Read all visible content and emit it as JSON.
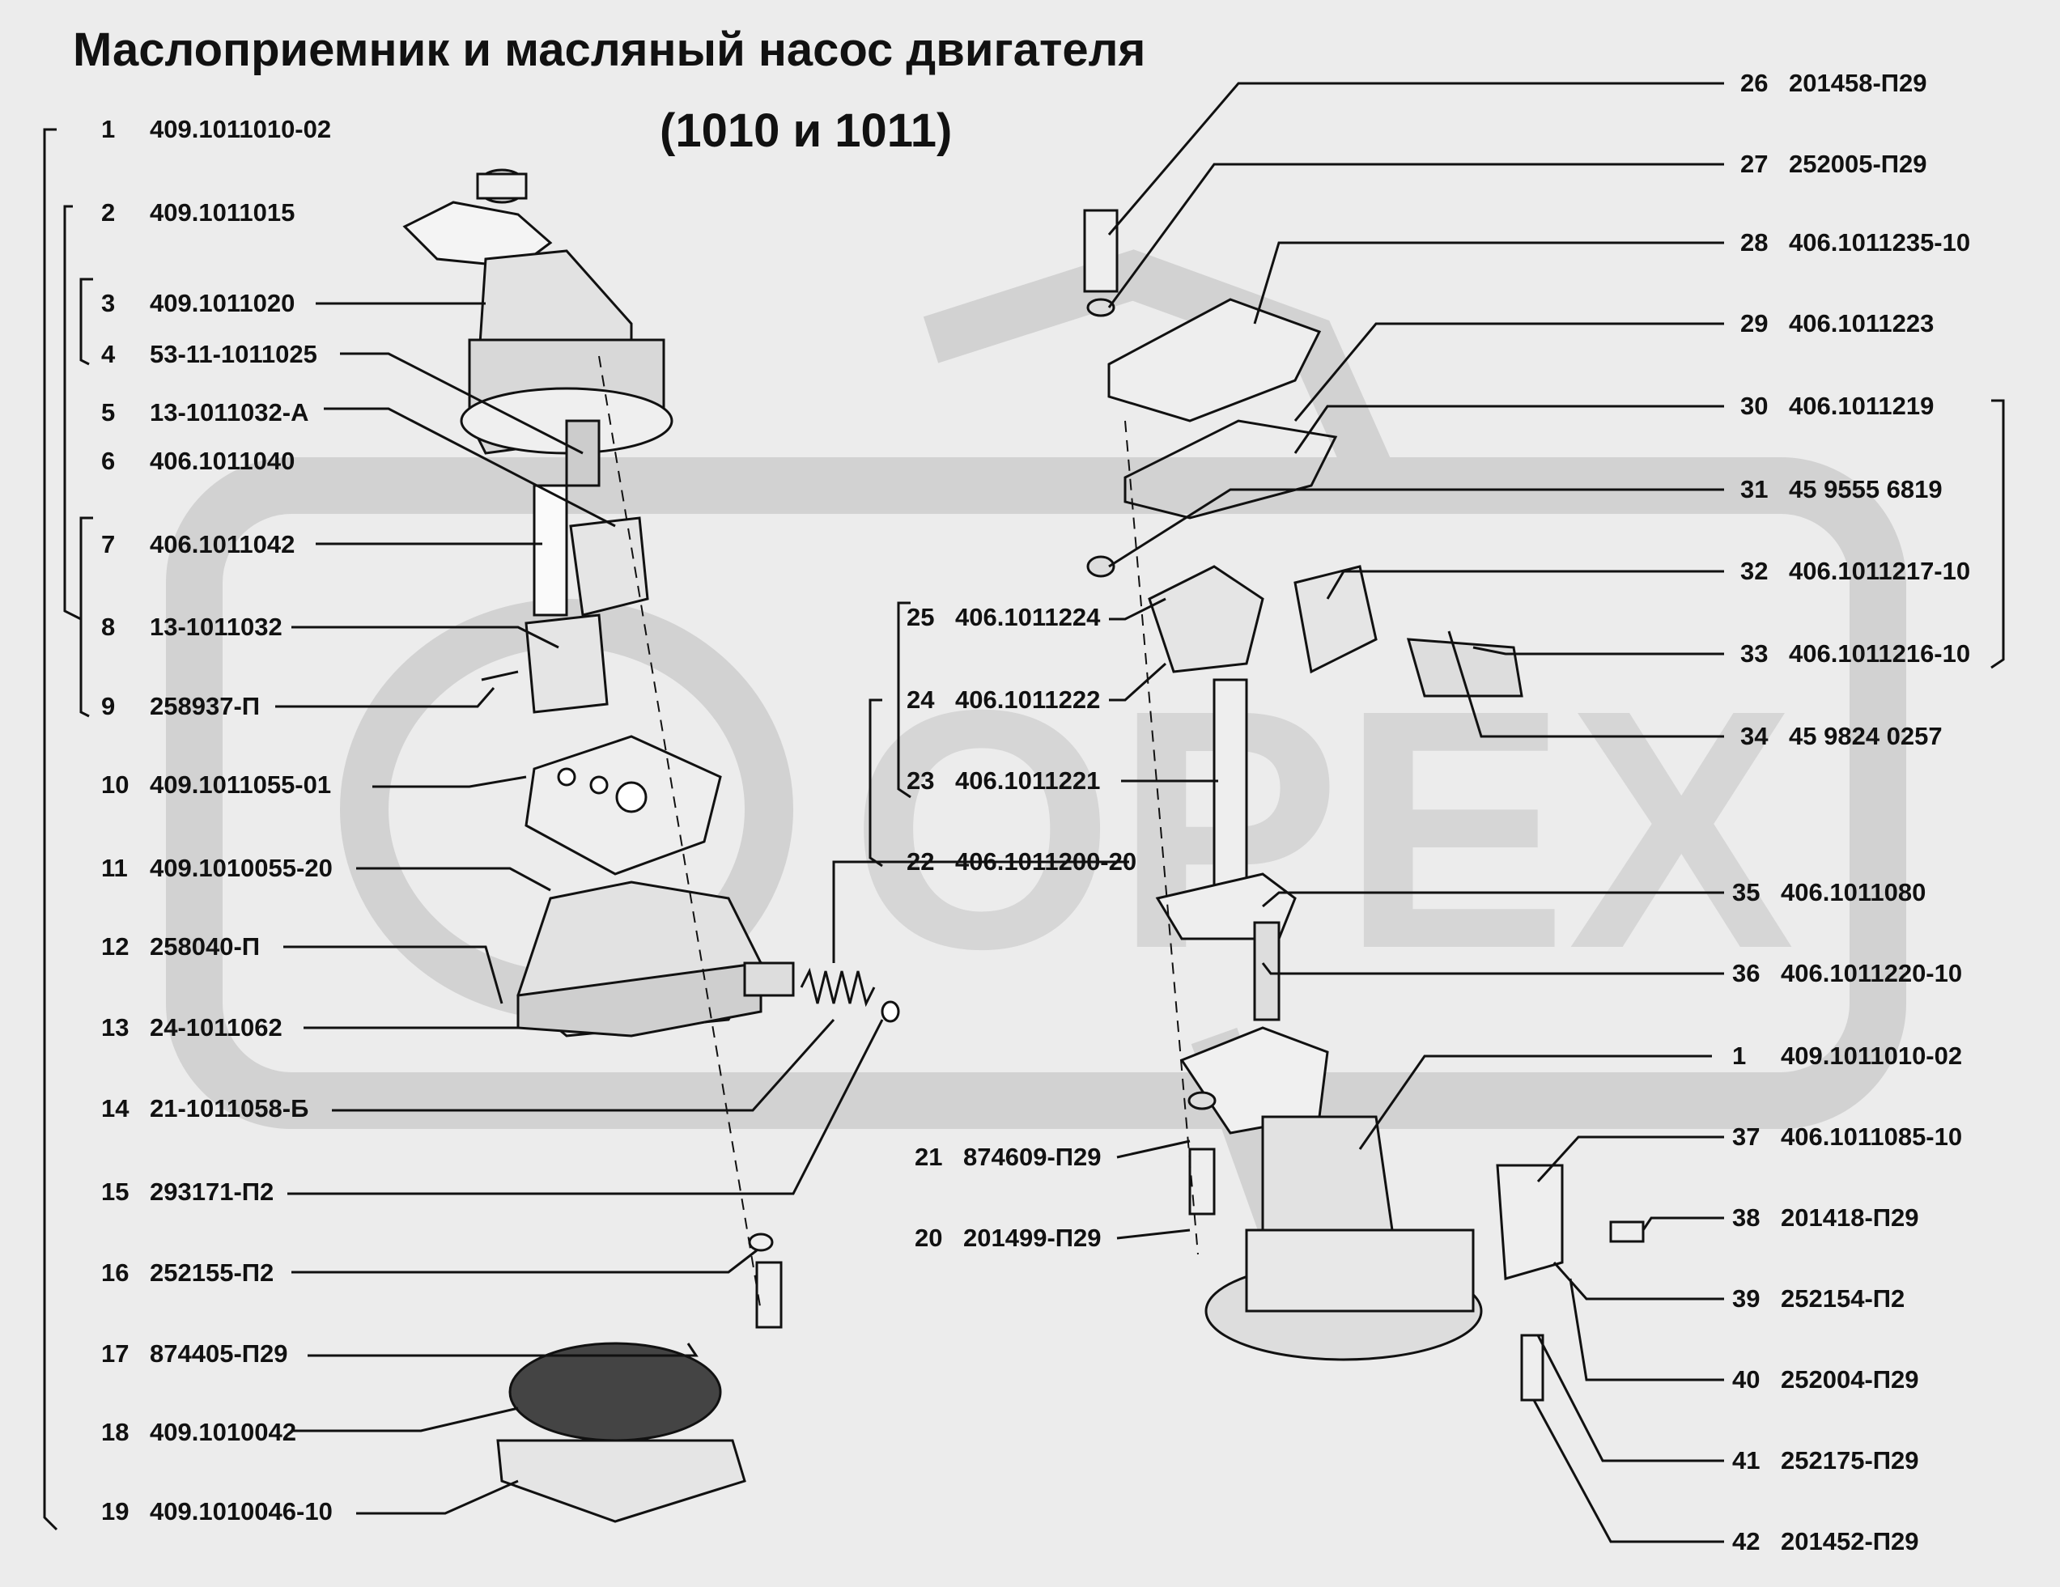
{
  "title": "Маслоприемник и масляный насос двигателя",
  "subtitle": "(1010 и 1011)",
  "watermark": "OPEX",
  "colors": {
    "background": "#ececec",
    "watermark": "#d2d2d2",
    "ink": "#111111"
  },
  "left_parts": [
    {
      "num": "1",
      "code": "409.1011010-02"
    },
    {
      "num": "2",
      "code": "409.1011015"
    },
    {
      "num": "3",
      "code": "409.1011020"
    },
    {
      "num": "4",
      "code": "53-11-1011025"
    },
    {
      "num": "5",
      "code": "13-1011032-А"
    },
    {
      "num": "6",
      "code": "406.1011040"
    },
    {
      "num": "7",
      "code": "406.1011042"
    },
    {
      "num": "8",
      "code": "13-1011032"
    },
    {
      "num": "9",
      "code": "258937-П"
    },
    {
      "num": "10",
      "code": "409.1011055-01"
    },
    {
      "num": "11",
      "code": "409.1010055-20"
    },
    {
      "num": "12",
      "code": "258040-П"
    },
    {
      "num": "13",
      "code": "24-1011062"
    },
    {
      "num": "14",
      "code": "21-1011058-Б"
    },
    {
      "num": "15",
      "code": "293171-П2"
    },
    {
      "num": "16",
      "code": "252155-П2"
    },
    {
      "num": "17",
      "code": "874405-П29"
    },
    {
      "num": "18",
      "code": "409.1010042"
    },
    {
      "num": "19",
      "code": "409.1010046-10"
    }
  ],
  "middle_parts": [
    {
      "num": "25",
      "code": "406.1011224"
    },
    {
      "num": "24",
      "code": "406.1011222"
    },
    {
      "num": "23",
      "code": "406.1011221"
    },
    {
      "num": "22",
      "code": "406.1011200-20"
    },
    {
      "num": "21",
      "code": "874609-П29"
    },
    {
      "num": "20",
      "code": "201499-П29"
    }
  ],
  "right_parts": [
    {
      "num": "26",
      "code": "201458-П29"
    },
    {
      "num": "27",
      "code": "252005-П29"
    },
    {
      "num": "28",
      "code": "406.1011235-10"
    },
    {
      "num": "29",
      "code": "406.1011223"
    },
    {
      "num": "30",
      "code": "406.1011219"
    },
    {
      "num": "31",
      "code": "45 9555 6819"
    },
    {
      "num": "32",
      "code": "406.1011217-10"
    },
    {
      "num": "33",
      "code": "406.1011216-10"
    },
    {
      "num": "34",
      "code": "45 9824 0257"
    },
    {
      "num": "35",
      "code": "406.1011080"
    },
    {
      "num": "36",
      "code": "406.1011220-10"
    },
    {
      "num": "1",
      "code": "409.1011010-02"
    },
    {
      "num": "37",
      "code": "406.1011085-10"
    },
    {
      "num": "38",
      "code": "201418-П29"
    },
    {
      "num": "39",
      "code": "252154-П2"
    },
    {
      "num": "40",
      "code": "252004-П29"
    },
    {
      "num": "41",
      "code": "252175-П29"
    },
    {
      "num": "42",
      "code": "201452-П29"
    }
  ]
}
